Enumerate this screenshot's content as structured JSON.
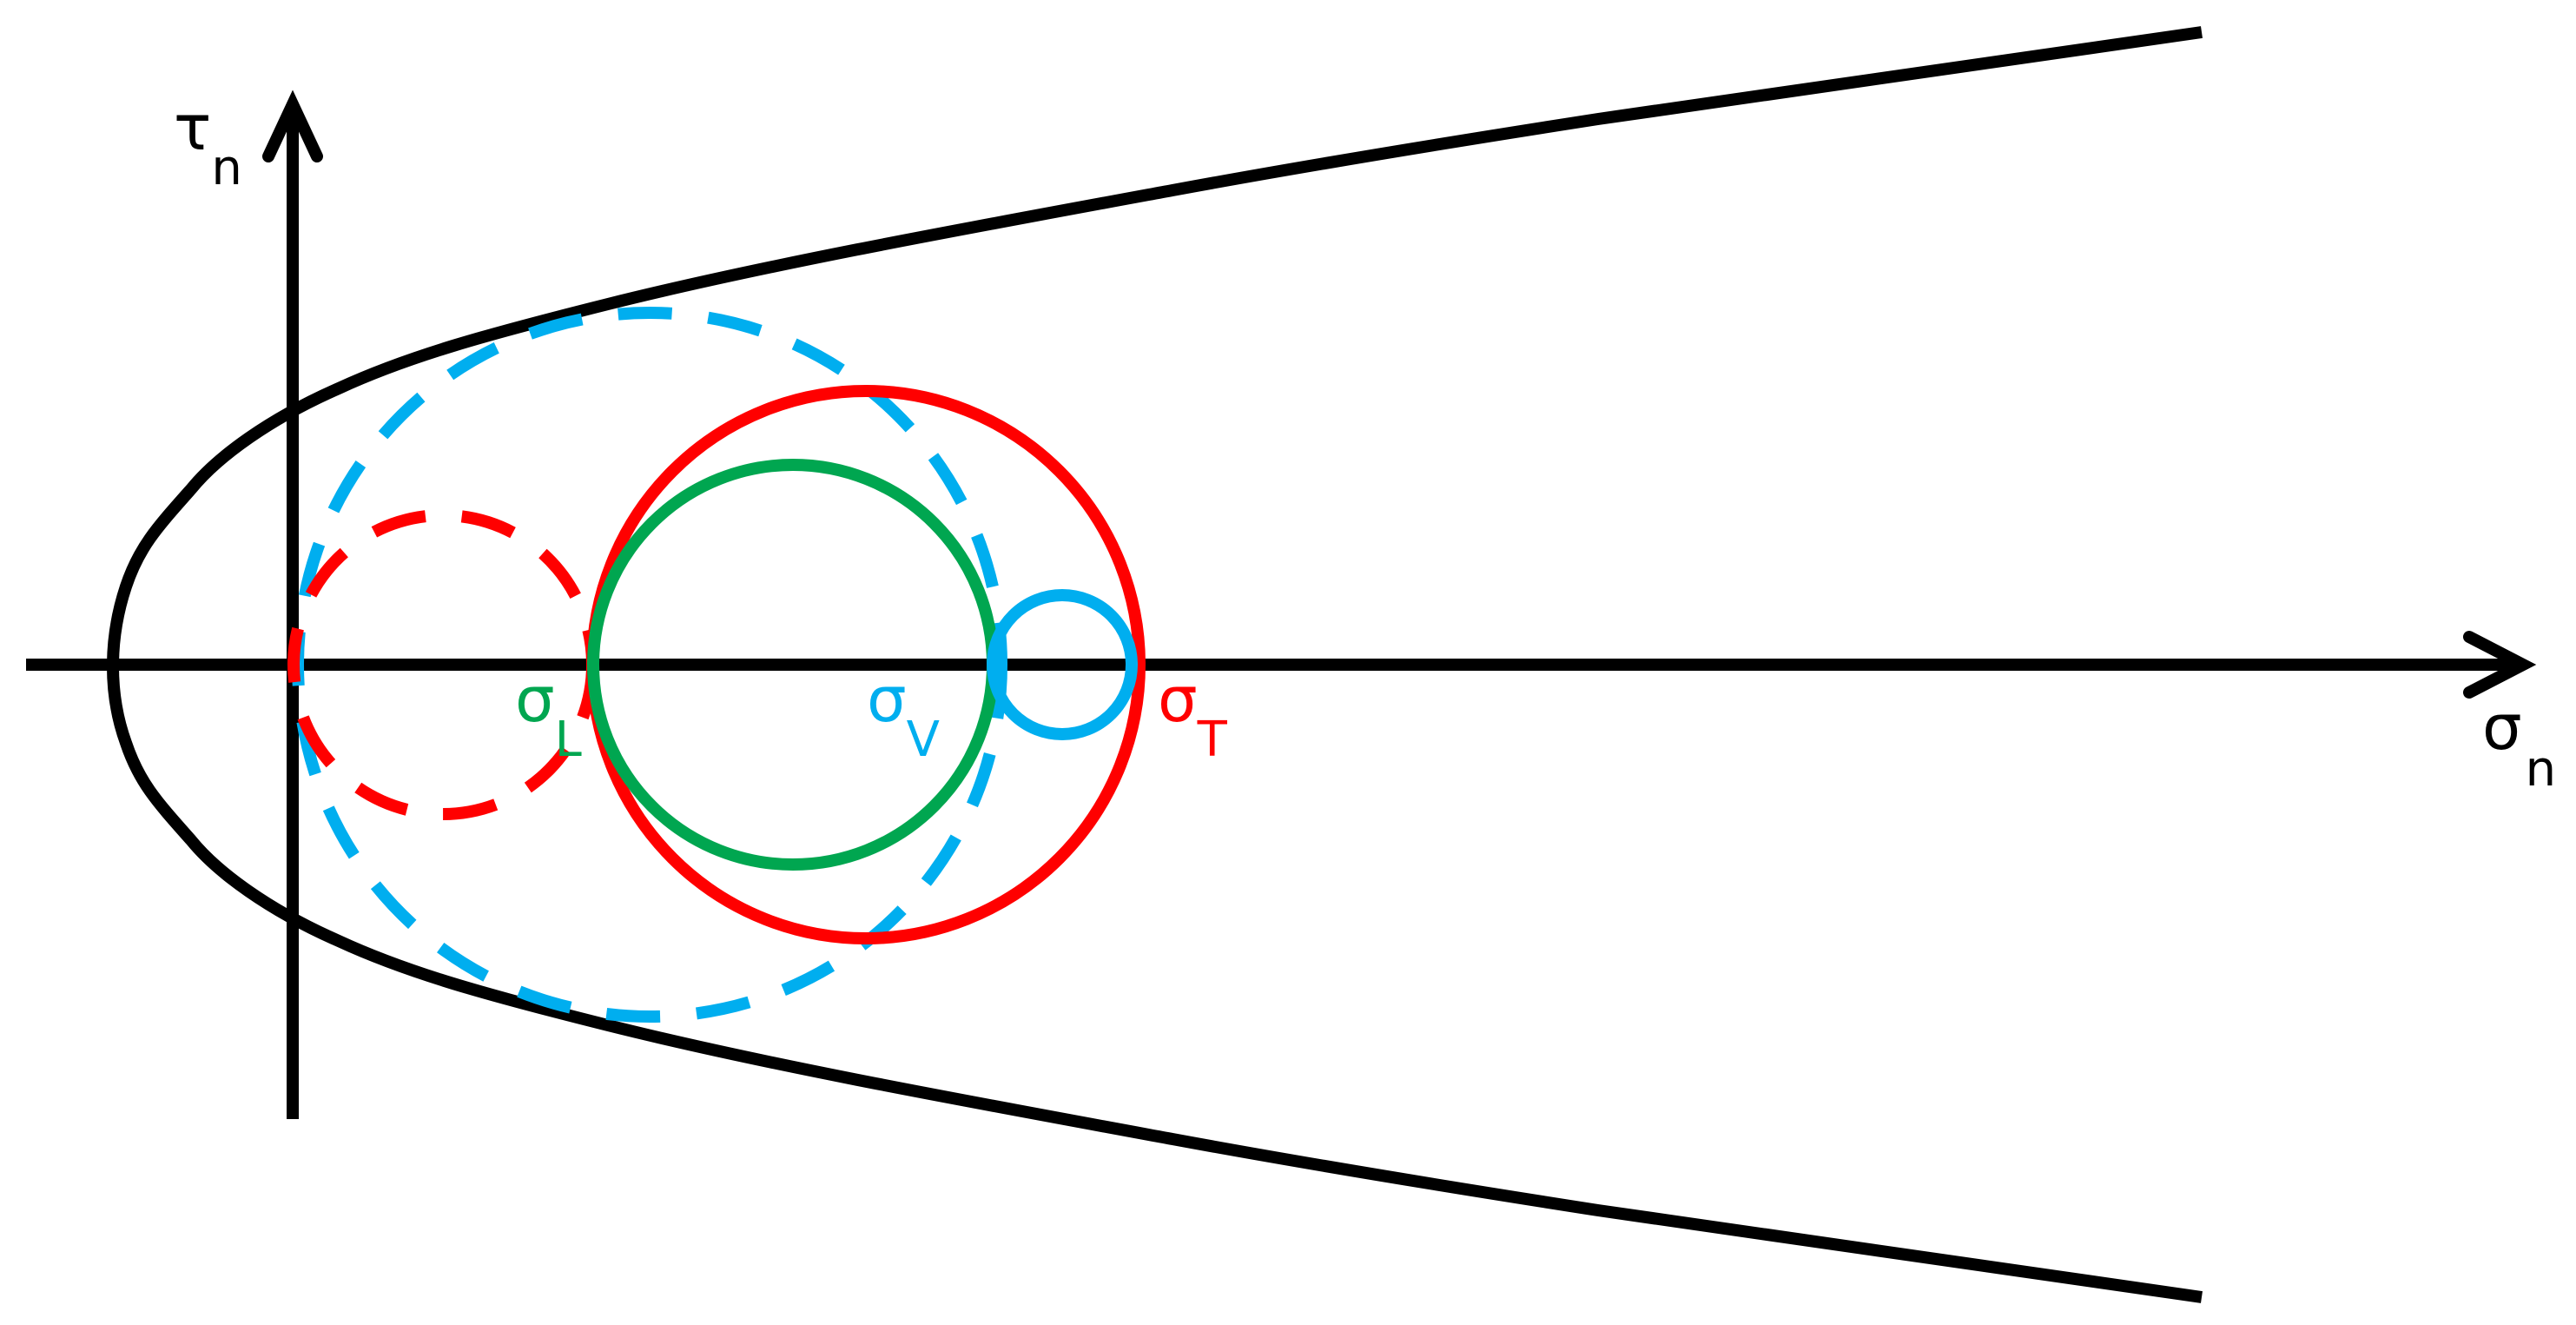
{
  "axes": {
    "vertical": {
      "symbol": "τ",
      "subscript": "n"
    },
    "horizontal": {
      "symbol": "σ",
      "subscript": "n"
    }
  },
  "labels": {
    "sigma_L": {
      "symbol": "σ",
      "subscript": "L"
    },
    "sigma_V": {
      "symbol": "σ",
      "subscript": "V"
    },
    "sigma_T": {
      "symbol": "σ",
      "subscript": "T"
    }
  },
  "colors": {
    "envelope": "#000000",
    "axis": "#000000",
    "sigma_L": "#00a650",
    "sigma_V": "#00aeef",
    "sigma_T": "#ff0000",
    "horizontal_label": "#000000",
    "vertical_label": "#000000"
  }
}
